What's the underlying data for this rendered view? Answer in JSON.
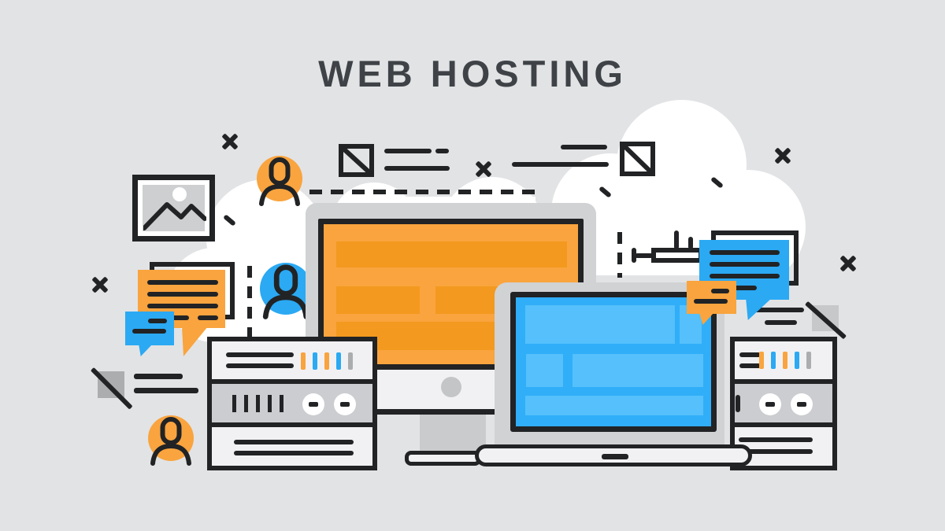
{
  "title": {
    "text": "WEB HOSTING"
  },
  "colors": {
    "background": "#E2E3E5",
    "ink": "#212325",
    "title": "#3F4347",
    "orange": "#F9A43E",
    "orange_block": "#F3991F",
    "blue": "#2BA9F3",
    "blue_screen": "#30AEF8",
    "blue_block": "#55C0FB",
    "panel": "#F1F1F3",
    "frame_gray": "#D0D2D4",
    "mid_gray": "#CBCDD0",
    "stand_gray": "#C9CBCD",
    "camera_gray": "#C3C5C7",
    "led_gray": "#ABADAF",
    "square_gray": "#ABADAF",
    "square_gray_light": "#C6C8CA",
    "photo_gray": "#CDCFD1",
    "cloud": "#FFFFFF",
    "white": "#FFFFFF"
  },
  "icons": {
    "user": "user-silhouette",
    "picture": "image-placeholder",
    "broken_image": "square-with-diagonal",
    "chat": "speech-bubble",
    "cross": "x-cross"
  },
  "devices": {
    "monitor": "desktop-monitor",
    "laptop": "laptop",
    "server_left": "server-rack",
    "server_right": "server-rack"
  },
  "servers": {
    "left": {
      "leds": [
        "orange",
        "blue",
        "orange",
        "blue",
        "led_gray"
      ]
    },
    "right": {
      "leds": [
        "orange",
        "blue",
        "orange",
        "blue",
        "led_gray"
      ]
    }
  }
}
